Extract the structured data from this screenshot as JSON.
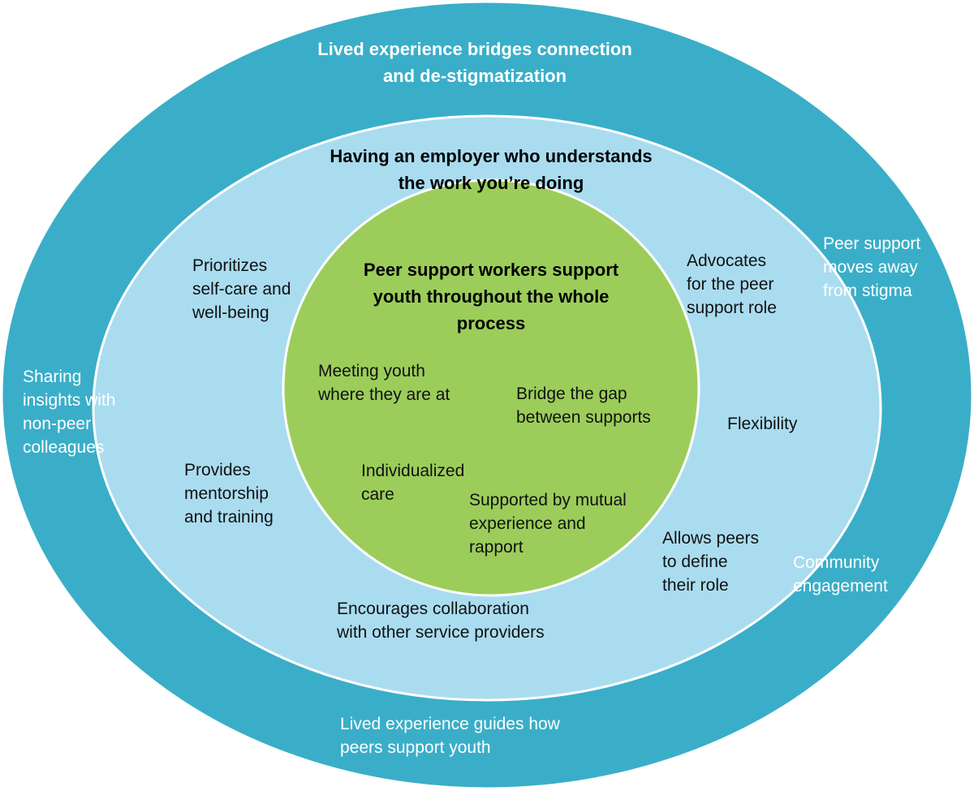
{
  "colors": {
    "outer_ring": "#3aaec8",
    "middle_ring": "#aadcf0",
    "inner_circle": "#9ccd5a",
    "ring_border": "#ffffff"
  },
  "outer": {
    "title": "Lived experience bridges connection\nand de-stigmatization",
    "items": [
      {
        "id": "sharing",
        "text": "Sharing\ninsights with\nnon-peer\ncolleagues"
      },
      {
        "id": "stigma",
        "text": "Peer support\nmoves away\nfrom stigma"
      },
      {
        "id": "community",
        "text": "Community\nengagement"
      },
      {
        "id": "guides",
        "text": "Lived experience guides how\npeers support youth"
      }
    ]
  },
  "middle": {
    "title": "Having an employer who understands\nthe work you’re doing",
    "items": [
      {
        "id": "selfcare",
        "text": "Prioritizes\nself-care and\nwell-being"
      },
      {
        "id": "advocates",
        "text": "Advocates\nfor the peer\nsupport role"
      },
      {
        "id": "flexibility",
        "text": "Flexibility"
      },
      {
        "id": "mentorship",
        "text": "Provides\nmentorship\nand training"
      },
      {
        "id": "define",
        "text": "Allows peers\nto define\ntheir role"
      },
      {
        "id": "collaboration",
        "text": "Encourages collaboration\nwith other service providers"
      }
    ]
  },
  "inner": {
    "title": "Peer support workers support\nyouth throughout the whole\nprocess",
    "items": [
      {
        "id": "meeting",
        "text": "Meeting youth\nwhere they are at"
      },
      {
        "id": "bridge",
        "text": "Bridge the gap\nbetween supports"
      },
      {
        "id": "individualized",
        "text": "Individualized\ncare"
      },
      {
        "id": "mutual",
        "text": "Supported by mutual\nexperience and\nrapport"
      }
    ]
  }
}
